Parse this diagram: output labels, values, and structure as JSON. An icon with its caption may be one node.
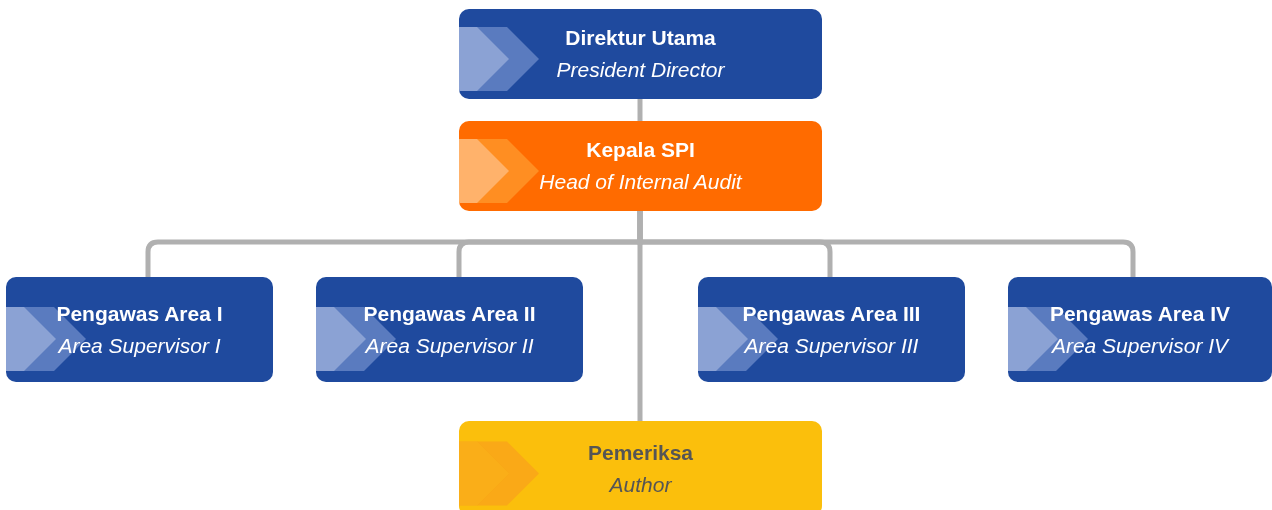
{
  "diagram": {
    "nodes": [
      {
        "text": [
          "Direktur Utama",
          "President Director"
        ]
      },
      {
        "text": [
          "Kepala SPI",
          "Head of Internal Audit"
        ]
      },
      {
        "text": [
          "Pengawas Area I",
          "Area Supervisor I"
        ]
      },
      {
        "text": [
          "Pengawas Area II",
          "Area Supervisor II"
        ]
      },
      {
        "text": [
          "Pengawas Area III",
          "Area Supervisor III"
        ]
      },
      {
        "text": [
          "Pengawas Area IV",
          "Area Supervisor IV"
        ]
      },
      {
        "text": [
          "Pemeriksa",
          "Author"
        ]
      }
    ],
    "edges": [
      {
        "from": 0,
        "to": 1,
        "arrow": "none"
      },
      {
        "from": 1,
        "to": 2,
        "arrow": "none"
      },
      {
        "from": 1,
        "to": 3,
        "arrow": "none"
      },
      {
        "from": 1,
        "to": 4,
        "arrow": "none"
      },
      {
        "from": 1,
        "to": 5,
        "arrow": "none"
      },
      {
        "from": 1,
        "to": 6,
        "arrow": "none"
      }
    ]
  }
}
